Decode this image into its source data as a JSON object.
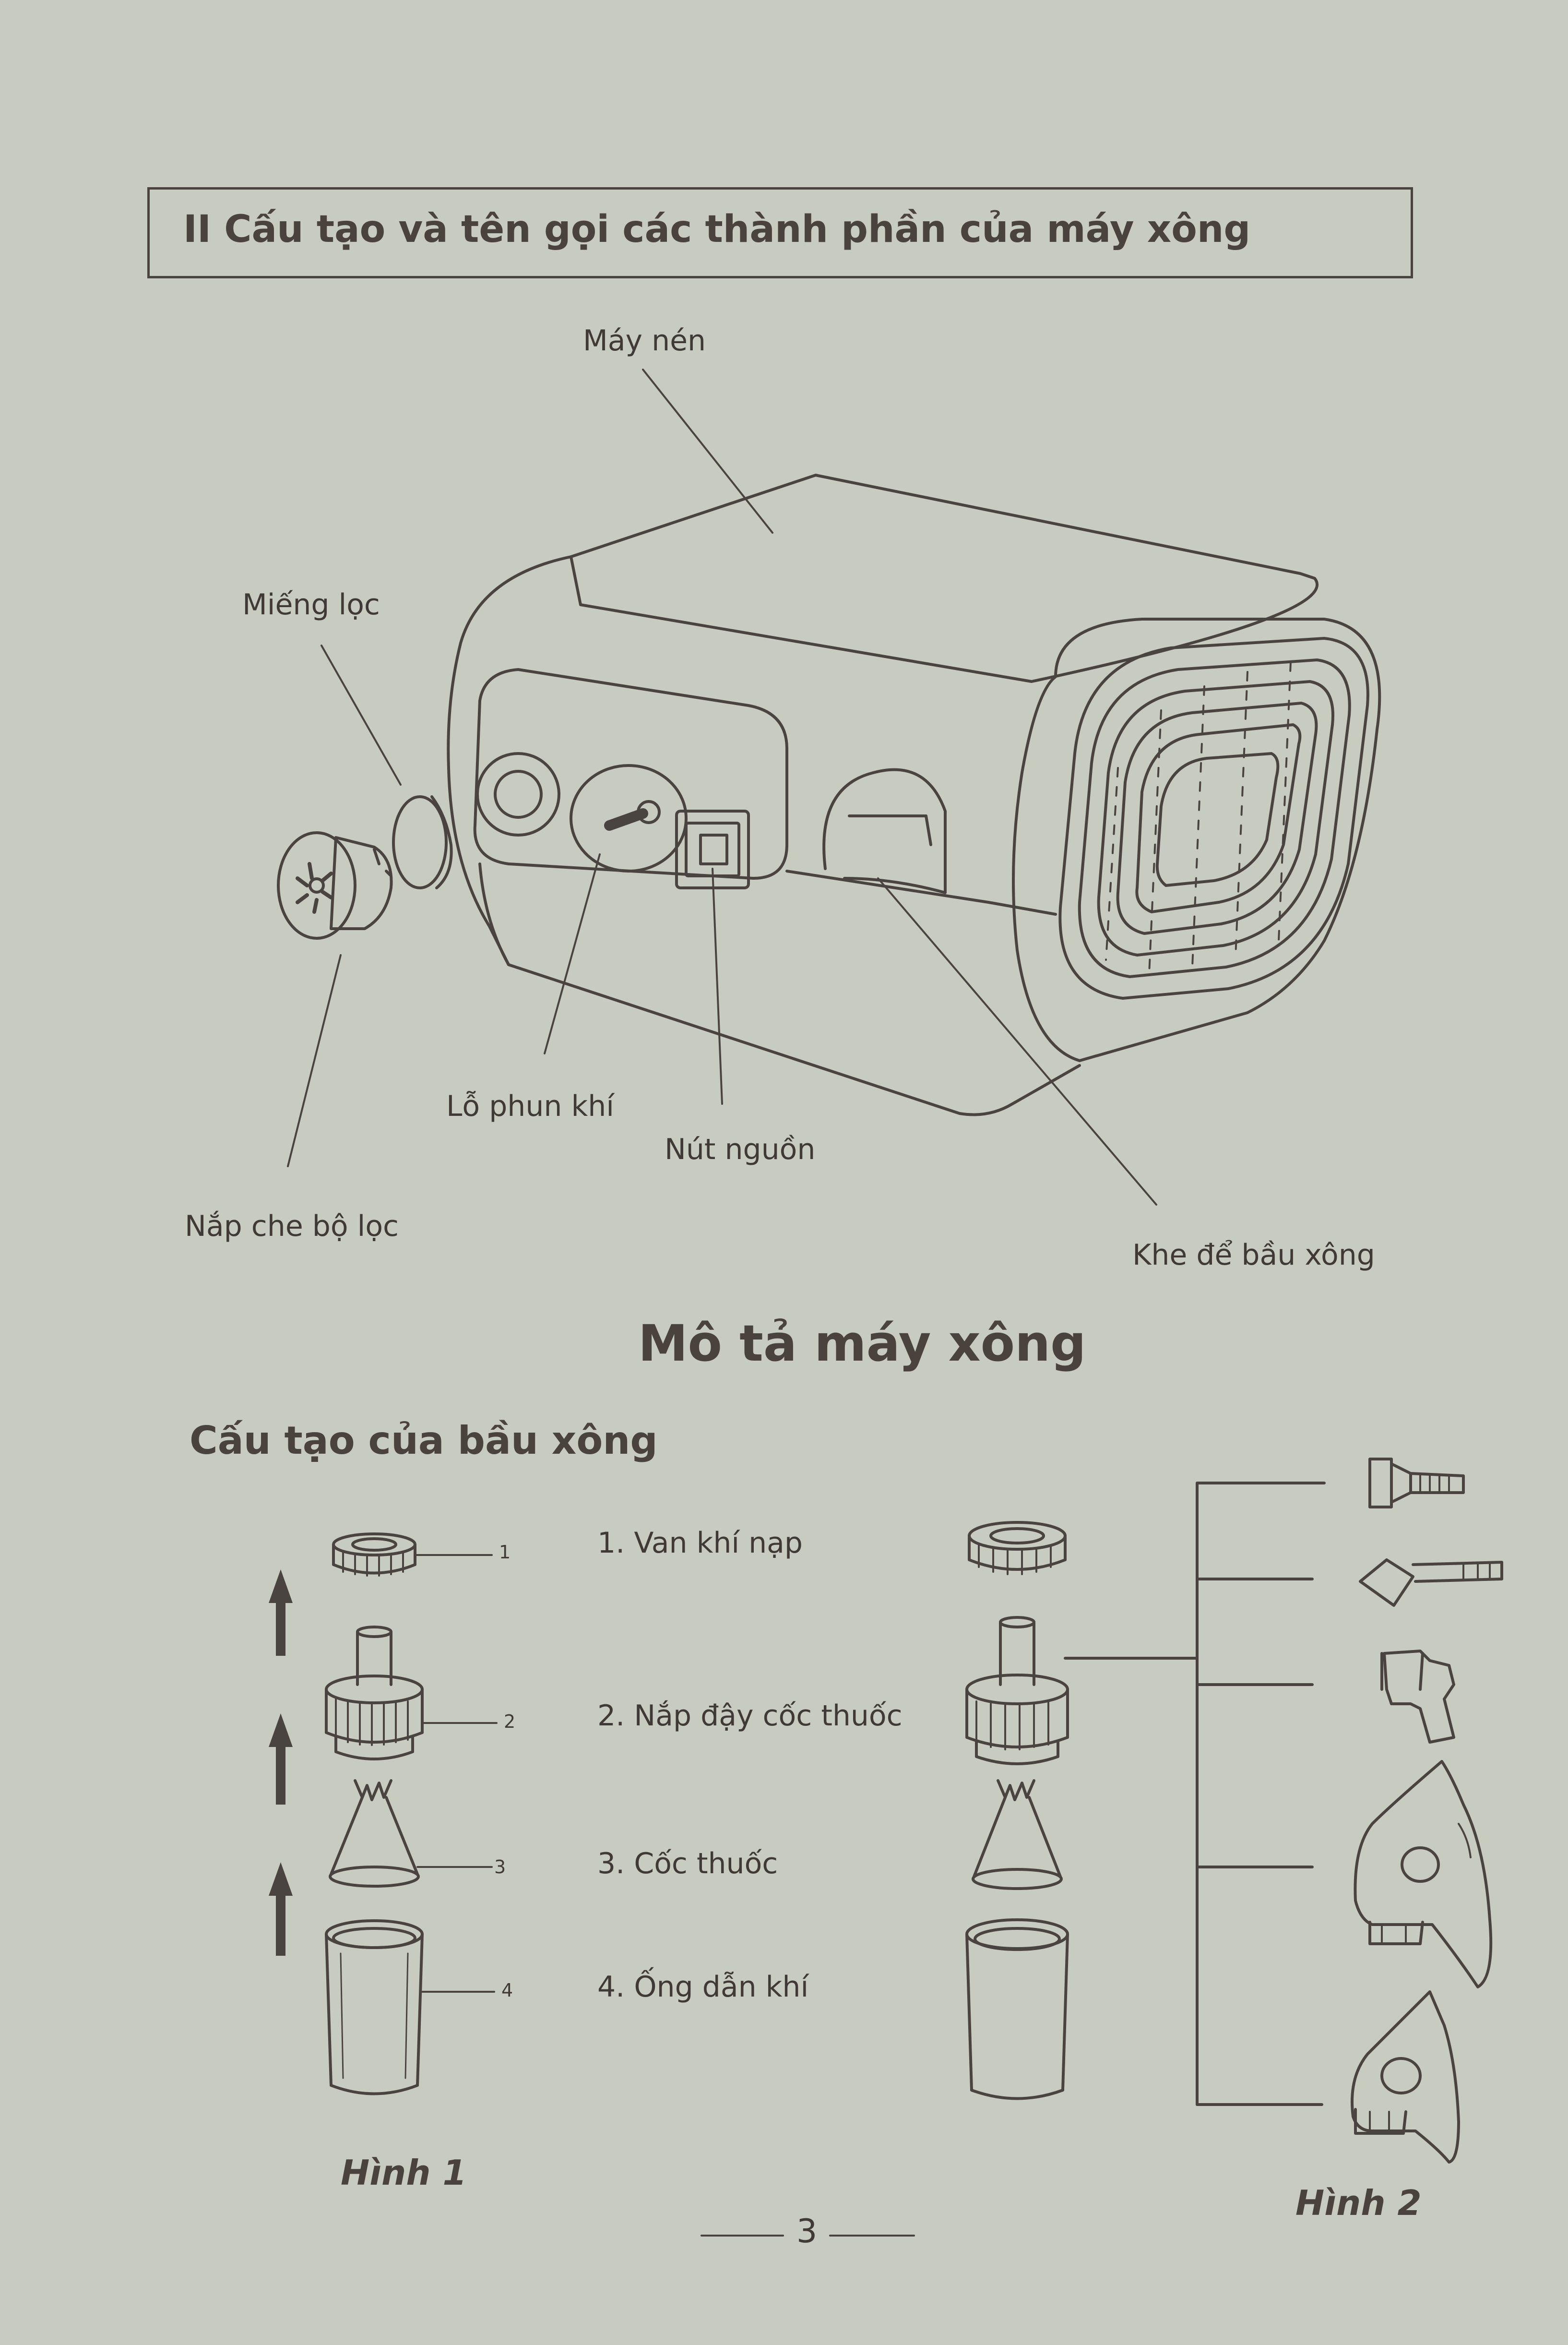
{
  "section_heading": "II Cấu tạo và tên gọi các thành phần của máy xông",
  "machine_labels": {
    "compressor": "Máy nén",
    "filter_pad": "Miếng lọc",
    "air_outlet": "Lỗ phun khí",
    "power_button": "Nút nguồn",
    "filter_cover": "Nắp che bộ lọc",
    "nebulizer_slot": "Khe để bầu xông"
  },
  "main_title": "Mô tả máy xông",
  "sub_title": "Cấu tạo của bầu xông",
  "parts": [
    {
      "number": "1",
      "label": "1. Van khí nạp"
    },
    {
      "number": "2",
      "label": "2. Nắp đậy cốc thuốc"
    },
    {
      "number": "3",
      "label": "3. Cốc thuốc"
    },
    {
      "number": "4",
      "label": "4. Ống dẫn khí"
    }
  ],
  "figure_1": "Hình 1",
  "figure_2": "Hình 2",
  "page_number": "3"
}
